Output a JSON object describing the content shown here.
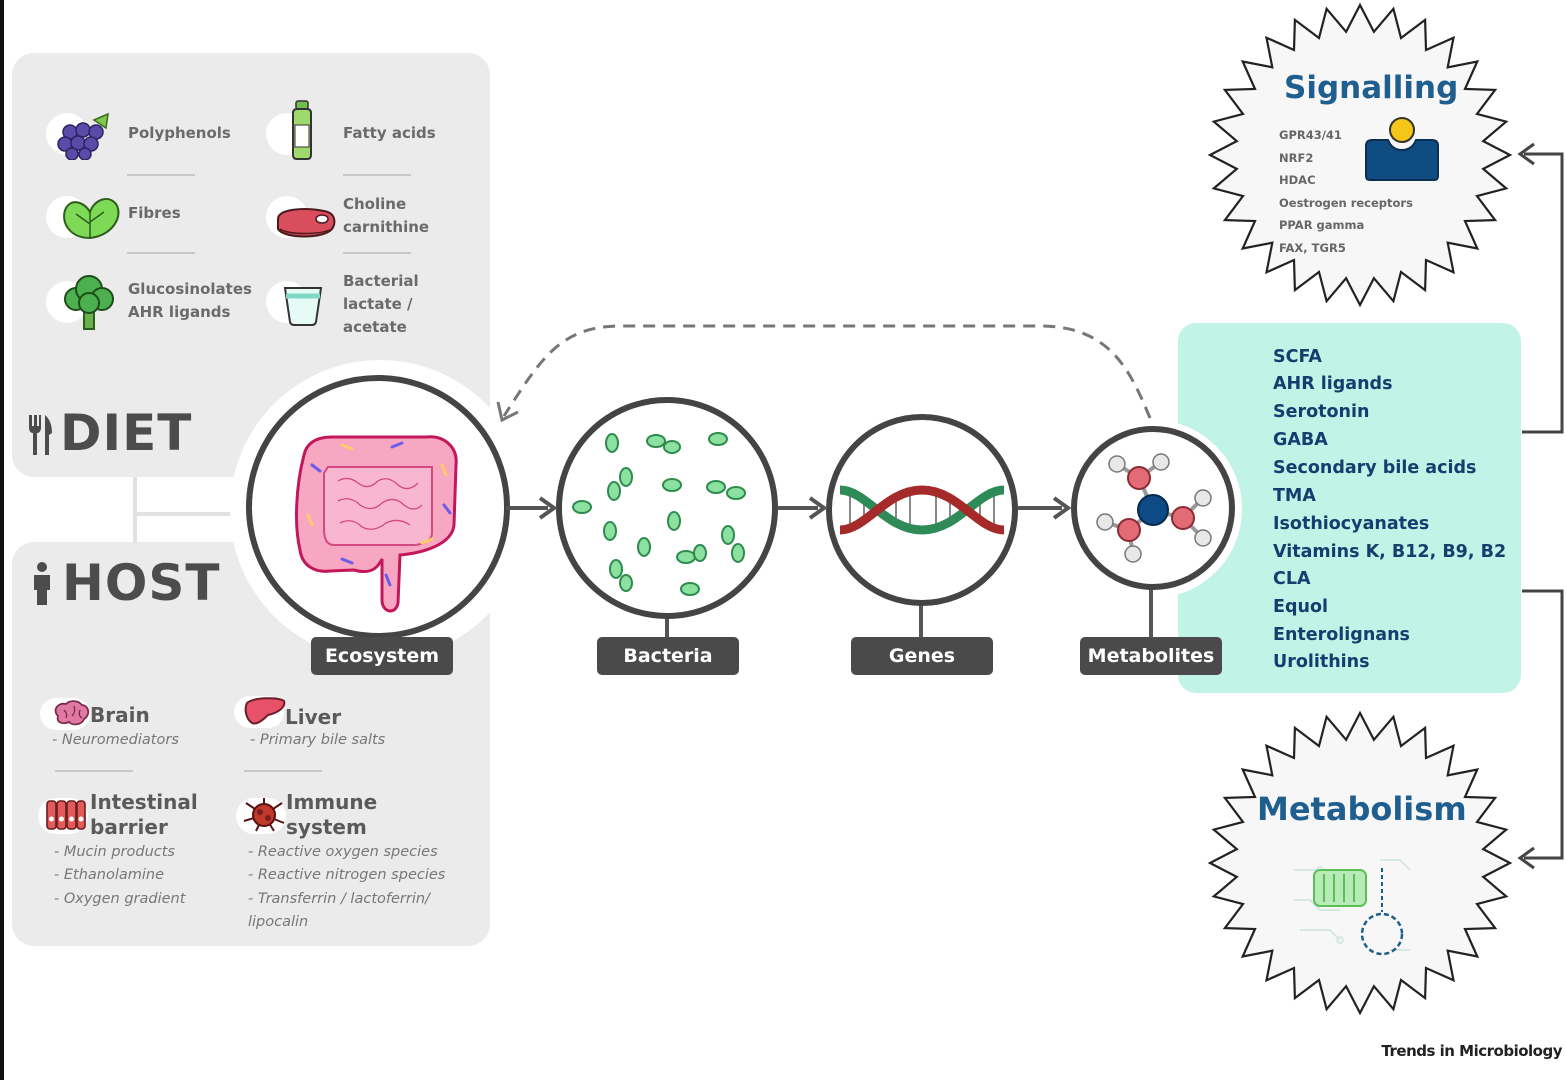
{
  "diet": {
    "heading": "DIET",
    "foods": [
      {
        "label": "Polyphenols",
        "icon": "grapes-icon"
      },
      {
        "label": "Fatty acids",
        "icon": "oil-bottle-icon"
      },
      {
        "label": "Fibres",
        "icon": "spinach-icon"
      },
      {
        "label": "Choline carnithine",
        "label_lines": [
          "Choline",
          "carnithine"
        ],
        "icon": "meat-icon"
      },
      {
        "label": "Glucosinolates AHR ligands",
        "label_lines": [
          "Glucosinolates",
          "AHR ligands"
        ],
        "icon": "broccoli-icon"
      },
      {
        "label": "Bacterial lactate / acetate",
        "label_lines": [
          "Bacterial",
          "lactate /",
          "acetate"
        ],
        "icon": "yogurt-icon"
      }
    ]
  },
  "host": {
    "heading": "HOST",
    "organs": [
      {
        "name_lines": [
          "Brain"
        ],
        "items": [
          "- Neuromediators"
        ],
        "icon": "brain-icon"
      },
      {
        "name_lines": [
          "Liver"
        ],
        "items": [
          "- Primary bile salts"
        ],
        "icon": "liver-icon"
      },
      {
        "name_lines": [
          "Intestinal",
          "barrier"
        ],
        "items": [
          "- Mucin products",
          "- Ethanolamine",
          "- Oxygen gradient"
        ],
        "icon": "intestinal-cells-icon"
      },
      {
        "name_lines": [
          "Immune",
          "system"
        ],
        "items": [
          "- Reactive oxygen species",
          "- Reactive nitrogen species",
          "- Transferrin / lactoferrin/",
          "lipocalin"
        ],
        "icon": "immune-cell-icon"
      }
    ]
  },
  "flow": {
    "nodes": [
      {
        "label": "Ecosystem",
        "icon": "intestine-icon"
      },
      {
        "label": "Bacteria",
        "icon": "bacteria-icon"
      },
      {
        "label": "Genes",
        "icon": "dna-icon"
      },
      {
        "label": "Metabolites",
        "icon": "molecule-icon"
      }
    ]
  },
  "metabolites": {
    "items": [
      "SCFA",
      "AHR ligands",
      "Serotonin",
      "GABA",
      "Secondary bile acids",
      "TMA",
      "Isothiocyanates",
      "Vitamins K, B12, B9, B2",
      "CLA",
      "Equol",
      "Enterolignans",
      "Urolithins"
    ]
  },
  "signalling": {
    "title": "Signalling",
    "items": [
      "GPR43/41",
      "NRF2",
      "HDAC",
      "Oestrogen receptors",
      "PPAR gamma",
      "FAX, TGR5"
    ],
    "icon": "receptor-icon"
  },
  "metabolism": {
    "title": "Metabolism",
    "icon": "mitochondria-icon"
  },
  "footer": "Trends in Microbiology",
  "colors": {
    "panel": "#ebebeb",
    "metabolite_box": "#c2f3e7",
    "metabolite_text": "#153e6e",
    "title_blue": "#1f5f8f",
    "node_label": "#4a4a4a",
    "bacteria": "#7ddc8f",
    "intestine": "#f39ab8"
  }
}
